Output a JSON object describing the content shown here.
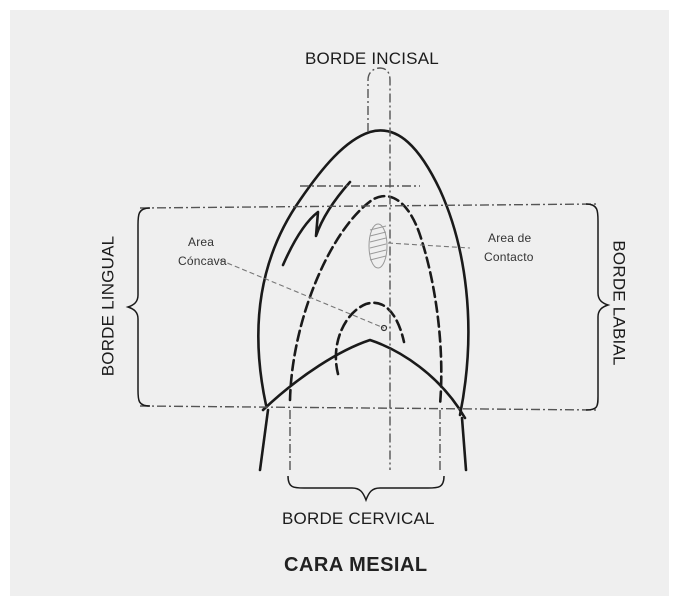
{
  "diagram": {
    "labels": {
      "incisal_edge": "BORDE INCISAL",
      "lingual_edge": "BORDE LINGUAL",
      "labial_edge": "BORDE LABIAL",
      "cervical_edge": "BORDE CERVICAL",
      "concave_area_line1": "Area",
      "concave_area_line2": "Cóncava",
      "contact_area_line1": "Area de",
      "contact_area_line2": "Contacto"
    },
    "caption": "CARA MESIAL"
  }
}
